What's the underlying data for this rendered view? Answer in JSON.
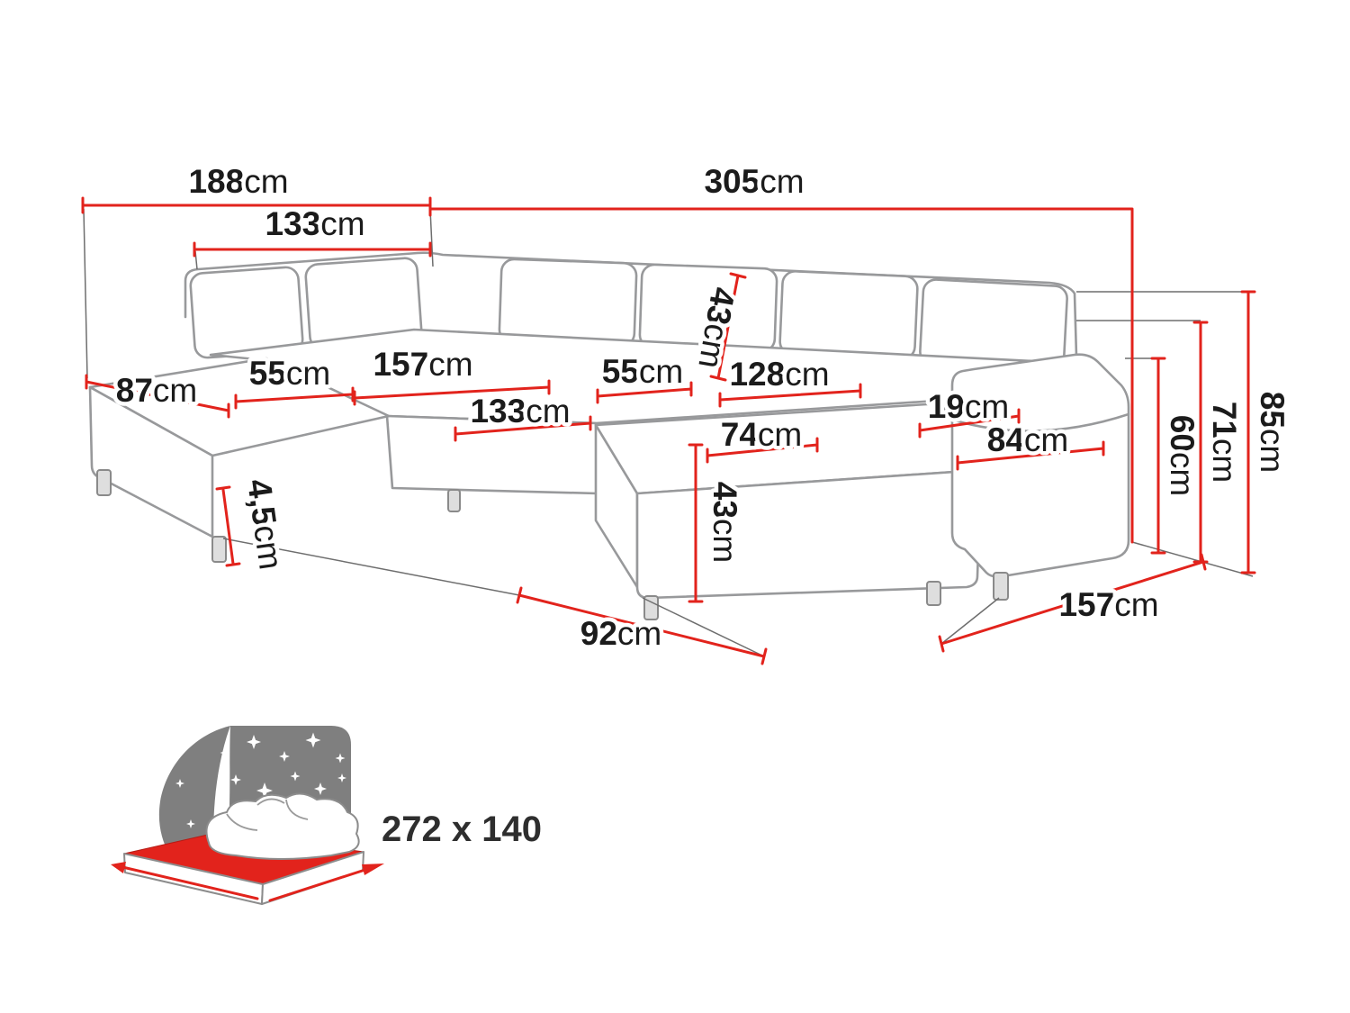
{
  "page": {
    "background": "#ffffff"
  },
  "diagram": {
    "accent_color": "#e2231c",
    "outline_color": "#98999b",
    "unit_default": "cm",
    "dimensions": {
      "overall_left_depth": {
        "value": "188",
        "unit": "cm"
      },
      "overall_width": {
        "value": "305",
        "unit": "cm"
      },
      "left_back_width": {
        "value": "133",
        "unit": "cm"
      },
      "back_cushion_height": {
        "value": "43",
        "unit": "cm"
      },
      "left_chaise_width": {
        "value": "87",
        "unit": "cm"
      },
      "left_seat_cushion_width": {
        "value": "55",
        "unit": "cm"
      },
      "middle_seat_width": {
        "value": "157",
        "unit": "cm"
      },
      "right_seat_cushion_width": {
        "value": "55",
        "unit": "cm"
      },
      "right_back_width": {
        "value": "128",
        "unit": "cm"
      },
      "armrest_top_width": {
        "value": "19",
        "unit": "cm"
      },
      "corner_seat_width": {
        "value": "133",
        "unit": "cm"
      },
      "ottoman_seat_width": {
        "value": "74",
        "unit": "cm"
      },
      "armrest_length": {
        "value": "84",
        "unit": "cm"
      },
      "ottoman_height": {
        "value": "43",
        "unit": "cm"
      },
      "leg_height": {
        "value": "4,5",
        "unit": "cm"
      },
      "seat_height": {
        "value": "60",
        "unit": "cm"
      },
      "armrest_height": {
        "value": "71",
        "unit": "cm"
      },
      "overall_height": {
        "value": "85",
        "unit": "cm"
      },
      "left_section_depth": {
        "value": "92",
        "unit": "cm"
      },
      "right_section_depth": {
        "value": "157",
        "unit": "cm"
      }
    }
  },
  "sleeping_function": {
    "bed_size_label": "272 x 140",
    "mattress_color": "#e2231c",
    "headboard_color": "#7f7f7f"
  }
}
